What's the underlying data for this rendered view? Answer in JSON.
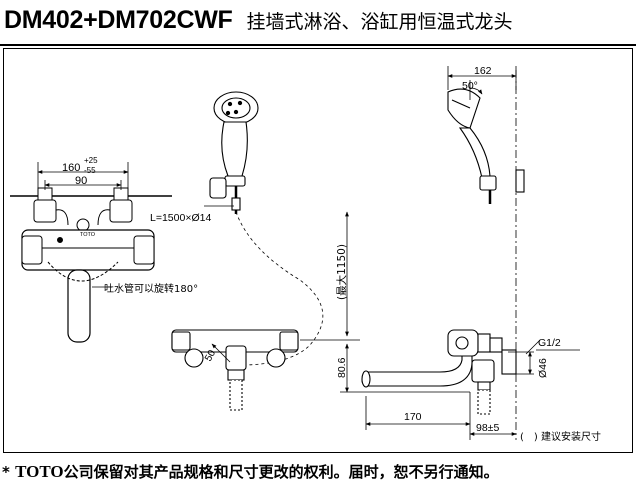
{
  "header": {
    "model": "DM402+DM702CWF",
    "description": "挂墙式淋浴、浴缸用恒温式龙头"
  },
  "dimensions": {
    "d160": "160",
    "tol_plus": "+25",
    "tol_minus": "-55",
    "d90": "90",
    "hose": "L=1500×Ø14",
    "rotate": "吐水管可以旋转180°",
    "max1150": "(最大1150)",
    "d80_6": "80.6",
    "d50a": "50",
    "d162": "162",
    "d50b": "50°",
    "g12": "G1/2",
    "d46": "Ø46",
    "d170": "170",
    "d98": "98±5",
    "note": "(　) 建议安装尺寸"
  },
  "footer": {
    "star": "* ",
    "brand": "TOTO",
    "text": "公司保留对其产品规格和尺寸更改的权利。届时，恕不另行通知。"
  }
}
